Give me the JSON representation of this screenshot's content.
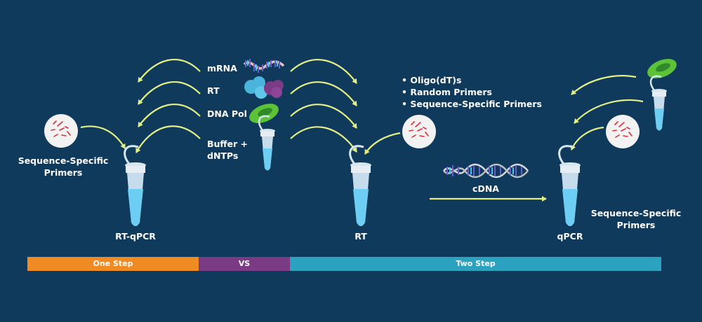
{
  "reagents": {
    "mrna": "mRNA",
    "rt": "RT",
    "dna_pol": "DNA Pol",
    "buffer": "Buffer +\ndNTPs"
  },
  "left_primers": "Sequence-Specific\nPrimers",
  "right_primers": "Sequence-Specific\nPrimers",
  "rt_primer_options": [
    "Oligo(dT)s",
    "Random Primers",
    "Sequence-Specific Primers"
  ],
  "cdna_label": "cDNA",
  "tube_labels": {
    "rt_qpcr": "RT-qPCR",
    "rt": "RT",
    "qpcr": "qPCR"
  },
  "timeline": {
    "one_step": "One Step",
    "vs": "VS",
    "two_step": "Two Step"
  },
  "colors": {
    "background": "#0f3a5c",
    "arrow": "#e4ef86",
    "one_step": "#ef8b22",
    "vs": "#7a3b84",
    "two_step": "#2ba3c0",
    "enzyme_green": "#5cc238",
    "rt_blob": "#4bb4dc",
    "rt_blob_purple": "#7c3b86",
    "primer_red": "#d8313a"
  },
  "icons": [
    "arrow-icon",
    "mrna-strand-icon",
    "rt-enzyme-icon",
    "dna-pol-icon",
    "tube-icon",
    "primer-circle-icon",
    "cdna-helix-icon"
  ]
}
